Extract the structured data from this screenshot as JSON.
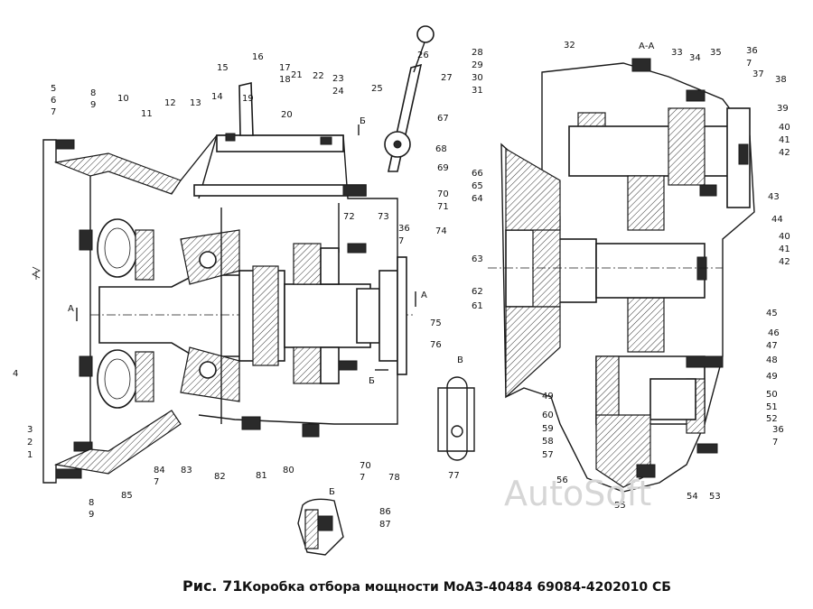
{
  "figure": {
    "number": "Рис. 71",
    "title": "Коробка отбора мощности МоАЗ-40484 69084-4202010 СБ"
  },
  "section_labels": {
    "aa_title": "А-А",
    "a_marker": "А",
    "b_marker": "Б",
    "v_marker": "В",
    "b_view": "Б"
  },
  "watermark": "AutoSoft",
  "left_callouts": [
    "5",
    "6",
    "7",
    "8",
    "9",
    "10",
    "11",
    "12",
    "13",
    "14",
    "15",
    "16",
    "17",
    "18",
    "19",
    "20",
    "21",
    "22",
    "23",
    "24",
    "25",
    "26",
    "27",
    "67",
    "68",
    "69",
    "70",
    "71",
    "74",
    "72",
    "73",
    "36",
    "7",
    "75",
    "76",
    "4",
    "3",
    "2",
    "1",
    "8",
    "9",
    "85",
    "84",
    "7",
    "83",
    "82",
    "81",
    "80",
    "70",
    "7",
    "78",
    "77",
    "86",
    "87"
  ],
  "right_callouts": [
    "28",
    "29",
    "30",
    "31",
    "32",
    "33",
    "34",
    "35",
    "36",
    "7",
    "37",
    "38",
    "39",
    "40",
    "41",
    "42",
    "43",
    "44",
    "40",
    "41",
    "42",
    "66",
    "65",
    "64",
    "63",
    "62",
    "61",
    "45",
    "46",
    "47",
    "48",
    "49",
    "50",
    "51",
    "52",
    "36",
    "7",
    "49",
    "60",
    "59",
    "58",
    "57",
    "56",
    "55",
    "54",
    "53"
  ]
}
